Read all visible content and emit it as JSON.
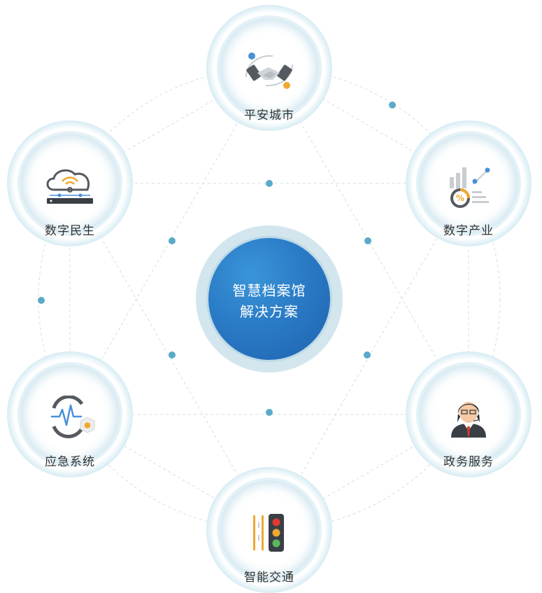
{
  "center": {
    "line1": "智慧档案馆",
    "line2": "解决方案"
  },
  "nodes": [
    {
      "label": "平安城市",
      "icon": "handshake-icon"
    },
    {
      "label": "数字产业",
      "icon": "growth-chart-icon"
    },
    {
      "label": "政务服务",
      "icon": "service-agent-icon"
    },
    {
      "label": "智能交通",
      "icon": "traffic-light-icon"
    },
    {
      "label": "应急系统",
      "icon": "emergency-monitor-icon"
    },
    {
      "label": "数字民生",
      "icon": "cloud-wifi-icon"
    }
  ],
  "colors": {
    "accent_blue": "#2a7bc6",
    "dot": "#5aaac9",
    "orange": "#f0a830",
    "dark": "#555a60",
    "light_grey": "#c8cdd2"
  }
}
